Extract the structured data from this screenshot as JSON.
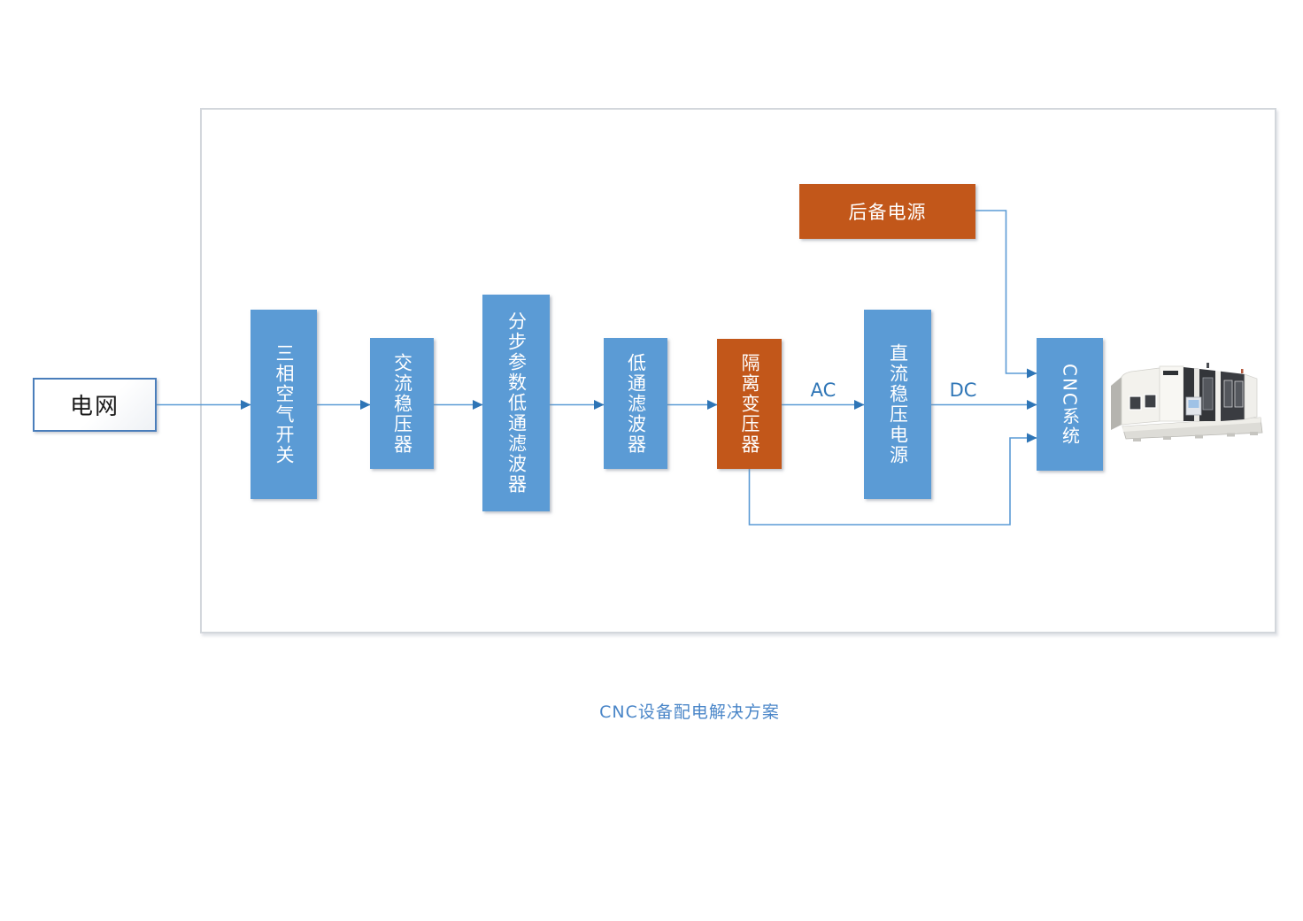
{
  "title": "CNC设备配电解决方案",
  "nodes": {
    "grid": "电网",
    "air_switch": "三相空气开关",
    "ac_stabilizer": "交流稳压器",
    "distributed_filter": "分步参数低通滤波器",
    "lowpass_filter": "低通滤波器",
    "isolation_transformer": "隔离变压器",
    "dc_power": "直流稳压电源",
    "backup_power": "后备电源",
    "cnc_system": "CNC系统"
  },
  "edge_labels": {
    "ac": "AC",
    "dc": "DC"
  },
  "images": {
    "cnc_machine": "cnc-machine-photo"
  },
  "colors": {
    "box_blue": "#5B9BD5",
    "box_orange": "#C2571A",
    "connector_line": "#5B9BD5",
    "arrowhead": "#2E75B6",
    "edge_label_text": "#2E75B6",
    "title_text": "#4A86C8",
    "frame_border": "#D3D7DC"
  }
}
